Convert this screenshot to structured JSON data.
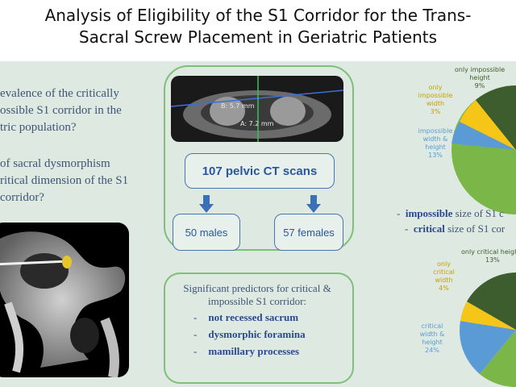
{
  "title_line1": "Analysis of Eligibility of the S1 Corridor for the Trans-",
  "title_line2": "Sacral Screw Placement in Geriatric Patients",
  "questions": {
    "q1_lines": [
      "evalence of the critically",
      "ossible S1 corridor in the",
      "tric population?"
    ],
    "q2_lines": [
      "of sacral dysmorphism",
      "ritical dimension of the S1",
      "corridor?"
    ]
  },
  "ct_labels": {
    "b": "B: 5.7 mm",
    "a": "A: 7.2 mm"
  },
  "flow": {
    "total": "107 pelvic CT scans",
    "males": "50 males",
    "females": "57 females"
  },
  "predictors": {
    "title_line1": "Significant predictors for critical &",
    "title_line2": "impossible S1 corridor:",
    "items": [
      "not recessed sacrum",
      "dysmorphic foramina",
      "mamillary processes"
    ],
    "bullet": "-"
  },
  "legend": {
    "impossible_prefix": "-",
    "impossible_bold": "impossible",
    "impossible_rest": " size of S1 c",
    "critical_prefix": "-",
    "critical_bold": "critical",
    "critical_rest": " size of S1 cor"
  },
  "pie_top": {
    "labels": {
      "only_impossible_height": [
        "only impossible",
        "height",
        "9%"
      ],
      "only_impossible_width": [
        "only",
        "impossible",
        "width",
        "3%"
      ],
      "impossible_width_height": [
        "impossible",
        "width &",
        "height",
        "13%"
      ]
    }
  },
  "pie_bottom": {
    "labels": {
      "only_critical_height": [
        "only critical heigh",
        "13%"
      ],
      "only_critical_width": [
        "only",
        "critical",
        "width",
        "4%"
      ],
      "critical_width_height": [
        "critical",
        "width &",
        "height",
        "24%"
      ]
    }
  },
  "colors": {
    "green": "#7ab648",
    "dark_green": "#3e5d2f",
    "blue": "#5b9bd5",
    "yellow": "#f5c518",
    "panel_border": "#7fbf7a",
    "text_blue": "#3f5577"
  }
}
